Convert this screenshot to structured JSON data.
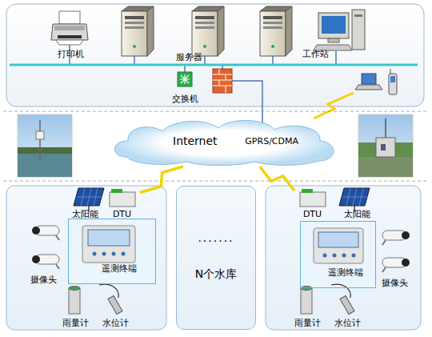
{
  "diagram": {
    "nodes": [
      {
        "text": [
          "打印机"
        ]
      },
      {
        "text": [
          "服务器"
        ]
      },
      {
        "text": [
          "工作站"
        ]
      },
      {
        "text": [
          "交换机"
        ]
      },
      {
        "text": [
          "Internet",
          "GPRS/CDMA"
        ]
      },
      {
        "text": [
          "太阳能"
        ]
      },
      {
        "text": [
          "DTU"
        ]
      },
      {
        "text": [
          "遥测终端"
        ]
      },
      {
        "text": [
          "摄像头"
        ]
      },
      {
        "text": [
          "雨量计"
        ]
      },
      {
        "text": [
          "水位计"
        ]
      },
      {
        "text": [
          "·······",
          "N个水库"
        ]
      },
      {
        "text": [
          "DTU"
        ]
      },
      {
        "text": [
          "太阳能"
        ]
      },
      {
        "text": [
          "遥测终端"
        ]
      },
      {
        "text": [
          "摄像头"
        ]
      },
      {
        "text": [
          "雨量计"
        ]
      },
      {
        "text": [
          "水位计"
        ]
      }
    ],
    "edges": [
      {
        "from": 4,
        "to": 6,
        "arrow": "none"
      },
      {
        "from": 4,
        "to": 12,
        "arrow": "none"
      }
    ]
  }
}
